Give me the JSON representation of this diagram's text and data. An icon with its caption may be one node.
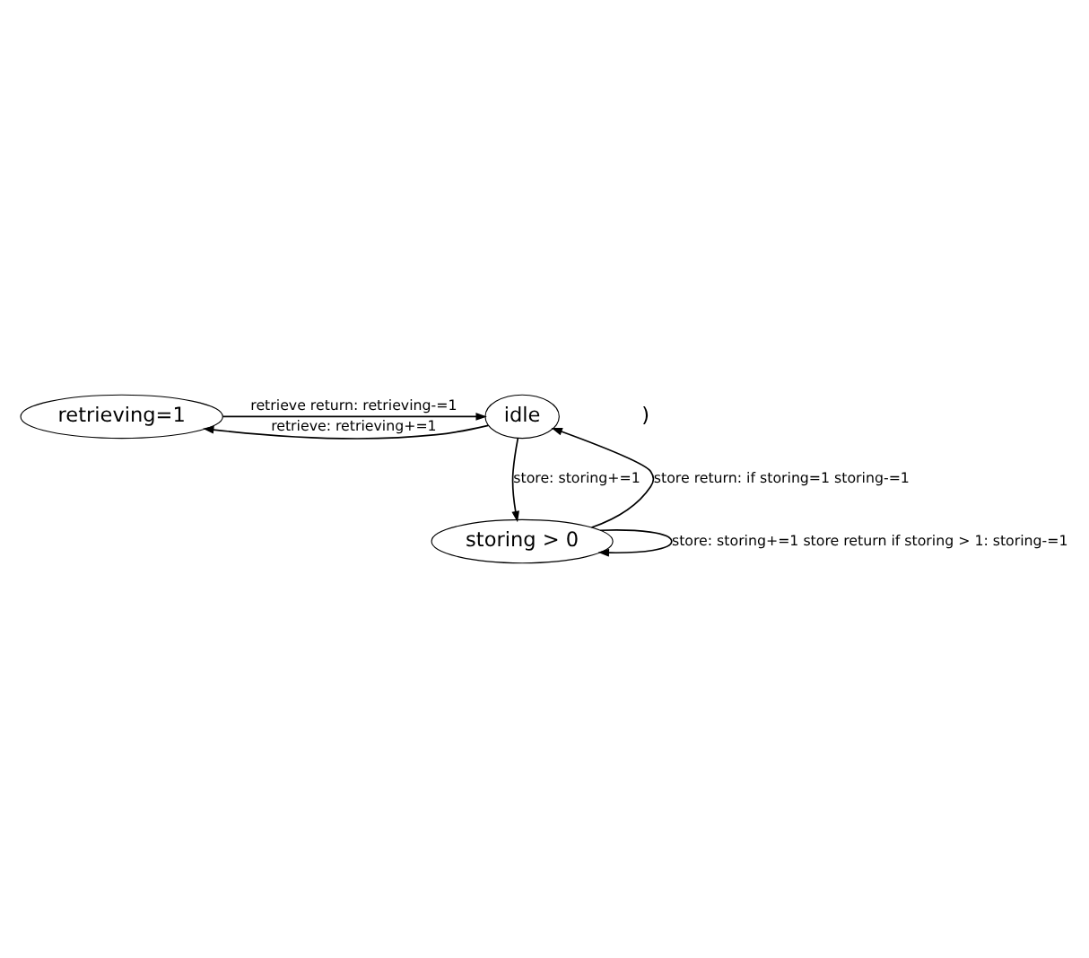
{
  "diagram": {
    "nodes": [
      {
        "text": [
          "retrieving=1"
        ]
      },
      {
        "text": [
          "idle"
        ]
      },
      {
        "text": [
          "storing > 0"
        ]
      }
    ],
    "edges": [
      {
        "from": 1,
        "to": 0,
        "arrow": "to",
        "label": "retrieve: retrieving+=1"
      },
      {
        "from": 0,
        "to": 1,
        "arrow": "to",
        "label": "retrieve return: retrieving-=1"
      },
      {
        "from": 1,
        "to": 2,
        "arrow": "to",
        "label": "store: storing+=1"
      },
      {
        "from": 2,
        "to": 1,
        "arrow": "to",
        "label": "store return: if storing=1 storing-=1"
      },
      {
        "from": 2,
        "to": 2,
        "arrow": "to",
        "label": "store: storing+=1 store return if storing > 1: storing-=1"
      }
    ],
    "labels": [
      ")"
    ]
  }
}
